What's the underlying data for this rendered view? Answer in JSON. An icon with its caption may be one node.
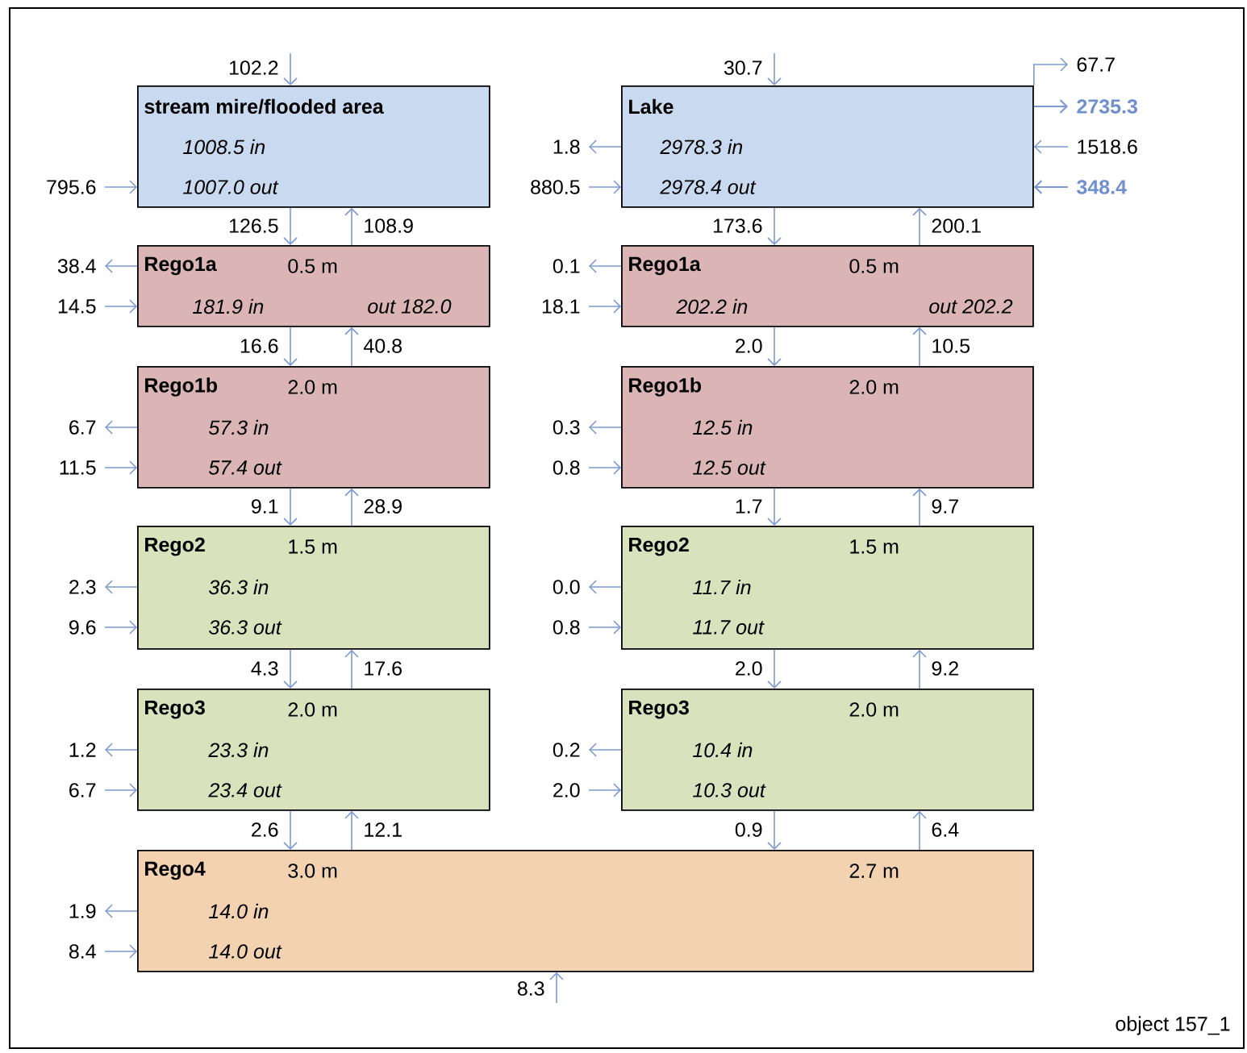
{
  "diagram": {
    "nodes": [
      {
        "text": [
          "stream mire/flooded area",
          "1008.5 in",
          "1007.0 out"
        ]
      },
      {
        "text": [
          "Lake",
          "2978.3 in",
          "2978.4 out"
        ]
      },
      {
        "text": [
          "Rego1a",
          "0.5 m",
          "181.9 in",
          "out 182.0"
        ]
      },
      {
        "text": [
          "Rego1a",
          "0.5 m",
          "202.2 in",
          "out 202.2"
        ]
      },
      {
        "text": [
          "Rego1b",
          "2.0 m",
          "57.3 in",
          "57.4 out"
        ]
      },
      {
        "text": [
          "Rego1b",
          "2.0 m",
          "12.5 in",
          "12.5 out"
        ]
      },
      {
        "text": [
          "Rego2",
          "1.5 m",
          "36.3 in",
          "36.3 out"
        ]
      },
      {
        "text": [
          "Rego2",
          "1.5 m",
          "11.7 in",
          "11.7 out"
        ]
      },
      {
        "text": [
          "Rego3",
          "2.0 m",
          "23.3 in",
          "23.4 out"
        ]
      },
      {
        "text": [
          "Rego3",
          "2.0 m",
          "10.4 in",
          "10.3 out"
        ]
      },
      {
        "text": [
          "Rego4",
          "3.0 m",
          "14.0 in",
          "14.0 out",
          "2.7 m"
        ]
      }
    ],
    "edges": [
      {
        "from": null,
        "to": 0,
        "arrow": "to",
        "label": "102.2"
      },
      {
        "from": null,
        "to": 1,
        "arrow": "to",
        "label": "30.7"
      },
      {
        "from": 1,
        "to": null,
        "arrow": "to",
        "label": "67.7"
      },
      {
        "from": 1,
        "to": null,
        "arrow": "to",
        "label": "2735.3"
      },
      {
        "from": null,
        "to": 1,
        "arrow": "to",
        "label": "1518.6"
      },
      {
        "from": null,
        "to": 1,
        "arrow": "to",
        "label": "348.4"
      },
      {
        "from": null,
        "to": 0,
        "arrow": "to",
        "label": "795.6"
      },
      {
        "from": 1,
        "to": null,
        "arrow": "to",
        "label": "1.8"
      },
      {
        "from": null,
        "to": 1,
        "arrow": "to",
        "label": "880.5"
      },
      {
        "from": 0,
        "to": 2,
        "arrow": "to",
        "label": "126.5"
      },
      {
        "from": 2,
        "to": 0,
        "arrow": "to",
        "label": "108.9"
      },
      {
        "from": 1,
        "to": 3,
        "arrow": "to",
        "label": "173.6"
      },
      {
        "from": 3,
        "to": 1,
        "arrow": "to",
        "label": "200.1"
      },
      {
        "from": 2,
        "to": null,
        "arrow": "to",
        "label": "38.4"
      },
      {
        "from": null,
        "to": 2,
        "arrow": "to",
        "label": "14.5"
      },
      {
        "from": 3,
        "to": null,
        "arrow": "to",
        "label": "0.1"
      },
      {
        "from": null,
        "to": 3,
        "arrow": "to",
        "label": "18.1"
      },
      {
        "from": 2,
        "to": 4,
        "arrow": "to",
        "label": "16.6"
      },
      {
        "from": 4,
        "to": 2,
        "arrow": "to",
        "label": "40.8"
      },
      {
        "from": 3,
        "to": 5,
        "arrow": "to",
        "label": "2.0"
      },
      {
        "from": 5,
        "to": 3,
        "arrow": "to",
        "label": "10.5"
      },
      {
        "from": 4,
        "to": null,
        "arrow": "to",
        "label": "6.7"
      },
      {
        "from": null,
        "to": 4,
        "arrow": "to",
        "label": "11.5"
      },
      {
        "from": 5,
        "to": null,
        "arrow": "to",
        "label": "0.3"
      },
      {
        "from": null,
        "to": 5,
        "arrow": "to",
        "label": "0.8"
      },
      {
        "from": 4,
        "to": 6,
        "arrow": "to",
        "label": "9.1"
      },
      {
        "from": 6,
        "to": 4,
        "arrow": "to",
        "label": "28.9"
      },
      {
        "from": 5,
        "to": 7,
        "arrow": "to",
        "label": "1.7"
      },
      {
        "from": 7,
        "to": 5,
        "arrow": "to",
        "label": "9.7"
      },
      {
        "from": 6,
        "to": null,
        "arrow": "to",
        "label": "2.3"
      },
      {
        "from": null,
        "to": 6,
        "arrow": "to",
        "label": "9.6"
      },
      {
        "from": 7,
        "to": null,
        "arrow": "to",
        "label": "0.0"
      },
      {
        "from": null,
        "to": 7,
        "arrow": "to",
        "label": "0.8"
      },
      {
        "from": 6,
        "to": 8,
        "arrow": "to",
        "label": "4.3"
      },
      {
        "from": 8,
        "to": 6,
        "arrow": "to",
        "label": "17.6"
      },
      {
        "from": 7,
        "to": 9,
        "arrow": "to",
        "label": "2.0"
      },
      {
        "from": 9,
        "to": 7,
        "arrow": "to",
        "label": "9.2"
      },
      {
        "from": 8,
        "to": null,
        "arrow": "to",
        "label": "1.2"
      },
      {
        "from": null,
        "to": 8,
        "arrow": "to",
        "label": "6.7"
      },
      {
        "from": 9,
        "to": null,
        "arrow": "to",
        "label": "0.2"
      },
      {
        "from": null,
        "to": 9,
        "arrow": "to",
        "label": "2.0"
      },
      {
        "from": 8,
        "to": 10,
        "arrow": "to",
        "label": "2.6"
      },
      {
        "from": 10,
        "to": 8,
        "arrow": "to",
        "label": "12.1"
      },
      {
        "from": 9,
        "to": 10,
        "arrow": "to",
        "label": "0.9"
      },
      {
        "from": 10,
        "to": 9,
        "arrow": "to",
        "label": "6.4"
      },
      {
        "from": 10,
        "to": null,
        "arrow": "to",
        "label": "1.9"
      },
      {
        "from": null,
        "to": 10,
        "arrow": "to",
        "label": "8.4"
      },
      {
        "from": null,
        "to": 10,
        "arrow": "to",
        "label": "8.3"
      }
    ],
    "labels": [
      "object 157_1"
    ]
  }
}
